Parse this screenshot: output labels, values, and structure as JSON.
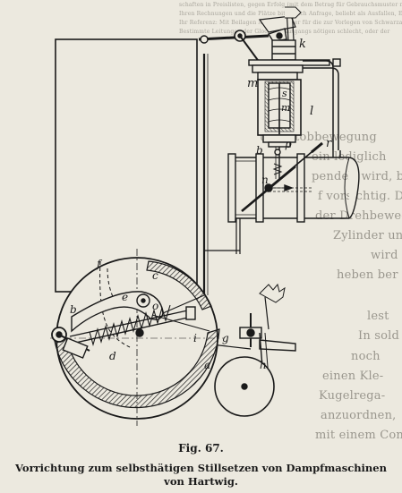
{
  "figure": {
    "number": "Fig. 67.",
    "title_line1": "Vorrichtung zum selbsthätigen Stillsetzen von Dampfmaschinen",
    "title_line2": "von Hartwig."
  },
  "labels": {
    "k": "k",
    "m": "m",
    "s": "s",
    "l": "l",
    "b": "b",
    "p": "p",
    "r": "r",
    "n": "n",
    "i": "i",
    "e": "e",
    "c": "c",
    "g": "g",
    "f": "f",
    "o": "o",
    "h": "h",
    "d": "d",
    "a": "a"
  },
  "background_text": {
    "top_lines": [
      "schaften in Preislisten, gegen Erfolg (mit dem Betrag für Gebrauchsmuster mit",
      "Ihren Rechnungen und die Plätze bitte nach Anfrage, beliebt als Ausfallen, Ein",
      "Ihr Referenz: Mit Beilagen Ausbietmuster für die zur Vorlegen von Schwarzan",
      "Bestimmte Leitungen der Glocke in Ausgangs nötigen schlecht, oder der"
    ],
    "right_lines": [
      "und Stobbewegung",
      "ein lediglich",
      "pendelt wird, bei",
      "f vorsichtig. D",
      "der Drehbewegu",
      "Zylinder un",
      "wird d",
      "heben ber",
      "lest",
      "In sold",
      "noch",
      "einen Kle-",
      "Kugelrega-",
      "anzuordnen,",
      "mit einem Con-"
    ]
  }
}
